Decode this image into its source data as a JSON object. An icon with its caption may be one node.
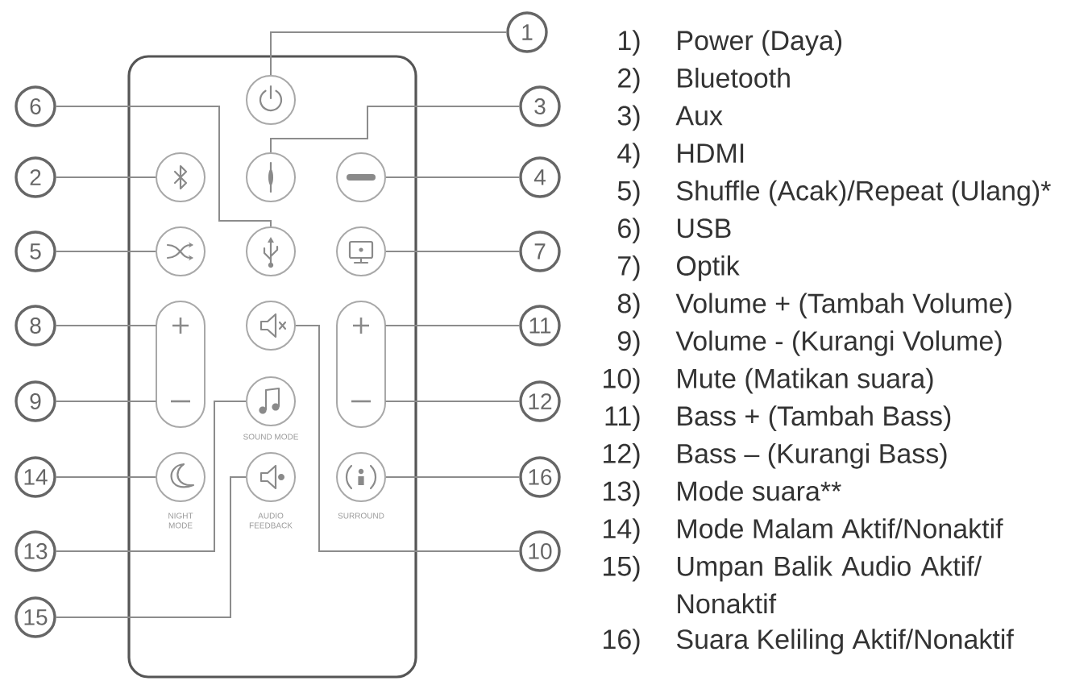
{
  "diagram": {
    "nodes": [
      {
        "text": [],
        "shape": "box"
      },
      {
        "text": [],
        "shape": "circle",
        "in": 0
      },
      {
        "text": [],
        "shape": "circle",
        "in": 0
      },
      {
        "text": [],
        "shape": "circle",
        "in": 0
      },
      {
        "text": [],
        "shape": "circle",
        "in": 0
      },
      {
        "text": [],
        "shape": "circle",
        "in": 0
      },
      {
        "text": [],
        "shape": "circle",
        "in": 0
      },
      {
        "text": [],
        "shape": "circle",
        "in": 0
      },
      {
        "text": [],
        "shape": "box",
        "in": 0
      },
      {
        "text": [],
        "shape": "plus",
        "in": 8
      },
      {
        "text": [],
        "shape": "circle",
        "in": 0
      },
      {
        "text": [],
        "shape": "box",
        "in": 0
      },
      {
        "text": [],
        "shape": "plus",
        "in": 11
      },
      {
        "text": [],
        "shape": "minus",
        "in": 8
      },
      {
        "text": [],
        "shape": "circle",
        "in": 0,
        "beside": [
          "SOUND MODE"
        ]
      },
      {
        "text": [],
        "shape": "minus",
        "in": 11
      },
      {
        "text": [],
        "shape": "circle",
        "in": 0,
        "beside": [
          "NIGHT MODE"
        ]
      },
      {
        "text": [],
        "shape": "circle",
        "in": 0,
        "beside": [
          "AUDIO FEEDBACK"
        ]
      },
      {
        "text": [],
        "shape": "circle",
        "in": 0,
        "beside": [
          "SURROUND"
        ]
      },
      {
        "text": [
          "1"
        ]
      },
      {
        "text": [
          "6"
        ]
      },
      {
        "text": [
          "3"
        ]
      },
      {
        "text": [
          "2"
        ]
      },
      {
        "text": [
          "4"
        ]
      },
      {
        "text": [
          "5"
        ]
      },
      {
        "text": [
          "7"
        ]
      },
      {
        "text": [
          "8"
        ]
      },
      {
        "text": [
          "11"
        ]
      },
      {
        "text": [
          "9"
        ]
      },
      {
        "text": [
          "12"
        ]
      },
      {
        "text": [
          "14"
        ]
      },
      {
        "text": [
          "16"
        ]
      },
      {
        "text": [
          "13"
        ]
      },
      {
        "text": [
          "10"
        ]
      },
      {
        "text": [
          "15"
        ]
      }
    ],
    "edges": [
      {
        "from": 19,
        "to": 1,
        "arrow": "none"
      },
      {
        "from": 20,
        "to": 6,
        "arrow": "none"
      },
      {
        "from": 21,
        "to": 3,
        "arrow": "none"
      },
      {
        "from": 22,
        "to": 2,
        "arrow": "none"
      },
      {
        "from": 23,
        "to": 4,
        "arrow": "none"
      },
      {
        "from": 24,
        "to": 5,
        "arrow": "none"
      },
      {
        "from": 25,
        "to": 7,
        "arrow": "none"
      },
      {
        "from": 26,
        "to": 9,
        "arrow": "none"
      },
      {
        "from": 27,
        "to": 12,
        "arrow": "none"
      },
      {
        "from": 28,
        "to": 13,
        "arrow": "none"
      },
      {
        "from": 29,
        "to": 15,
        "arrow": "none"
      },
      {
        "from": 30,
        "to": 16,
        "arrow": "none"
      },
      {
        "from": 31,
        "to": 18,
        "arrow": "none"
      },
      {
        "from": 32,
        "to": 14,
        "arrow": "none"
      },
      {
        "from": 33,
        "to": 10,
        "arrow": "none"
      },
      {
        "from": 34,
        "to": 17,
        "arrow": "none"
      }
    ],
    "labels": [
      "1)",
      "Power (Daya)",
      "2)",
      "Bluetooth",
      "3)",
      "Aux",
      "4)",
      "HDMI",
      "5)",
      "Shuffle (Acak)/Repeat (Ulang)*",
      "6)",
      "USB",
      "7)",
      "Optik",
      "8)",
      "Volume + (Tambah Volume)",
      "9)",
      "Volume - (Kurangi Volume)",
      "10)",
      "Mute (Matikan suara)",
      "11)",
      "Bass + (Tambah Bass)",
      "12)",
      "Bass – (Kurangi Bass)",
      "13)",
      "Mode suara**",
      "14)",
      "Mode Malam Aktif/Nonaktif",
      "15)",
      "Umpan Balik Audio Aktif/ Nonaktif",
      "16)",
      "Suara Keliling Aktif/Nonaktif"
    ]
  }
}
